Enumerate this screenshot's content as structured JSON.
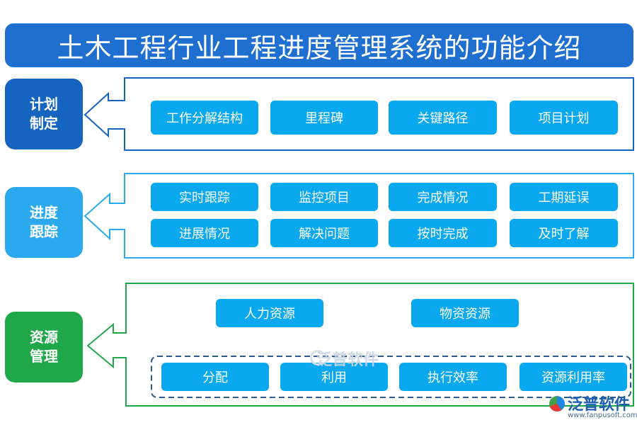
{
  "title": "土木工程行业工程进度管理系统的功能介绍",
  "sections": [
    {
      "label": "计划\n制定",
      "color": "#1565c0",
      "items": [
        "工作分解结构",
        "里程碑",
        "关键路径",
        "项目计划"
      ]
    },
    {
      "label": "进度\n跟踪",
      "color": "#2aa9ef",
      "items": [
        "实时跟踪",
        "监控项目",
        "完成情况",
        "工期延误",
        "进展情况",
        "解决问题",
        "按时完成",
        "及时了解"
      ]
    },
    {
      "label": "资源\n管理",
      "color": "#1fa84a",
      "top_items": [
        "人力资源",
        "物资资源"
      ],
      "bottom_items": [
        "分配",
        "利用",
        "执行效率",
        "资源利用率"
      ]
    }
  ],
  "box_color": "#0aa8ee",
  "watermark": {
    "name": "泛普软件",
    "icon": "fanpu-logo-icon"
  },
  "logo": {
    "name": "泛普软件",
    "url": "www.fanpusoft.com",
    "icon": "fanpu-logo-icon"
  }
}
